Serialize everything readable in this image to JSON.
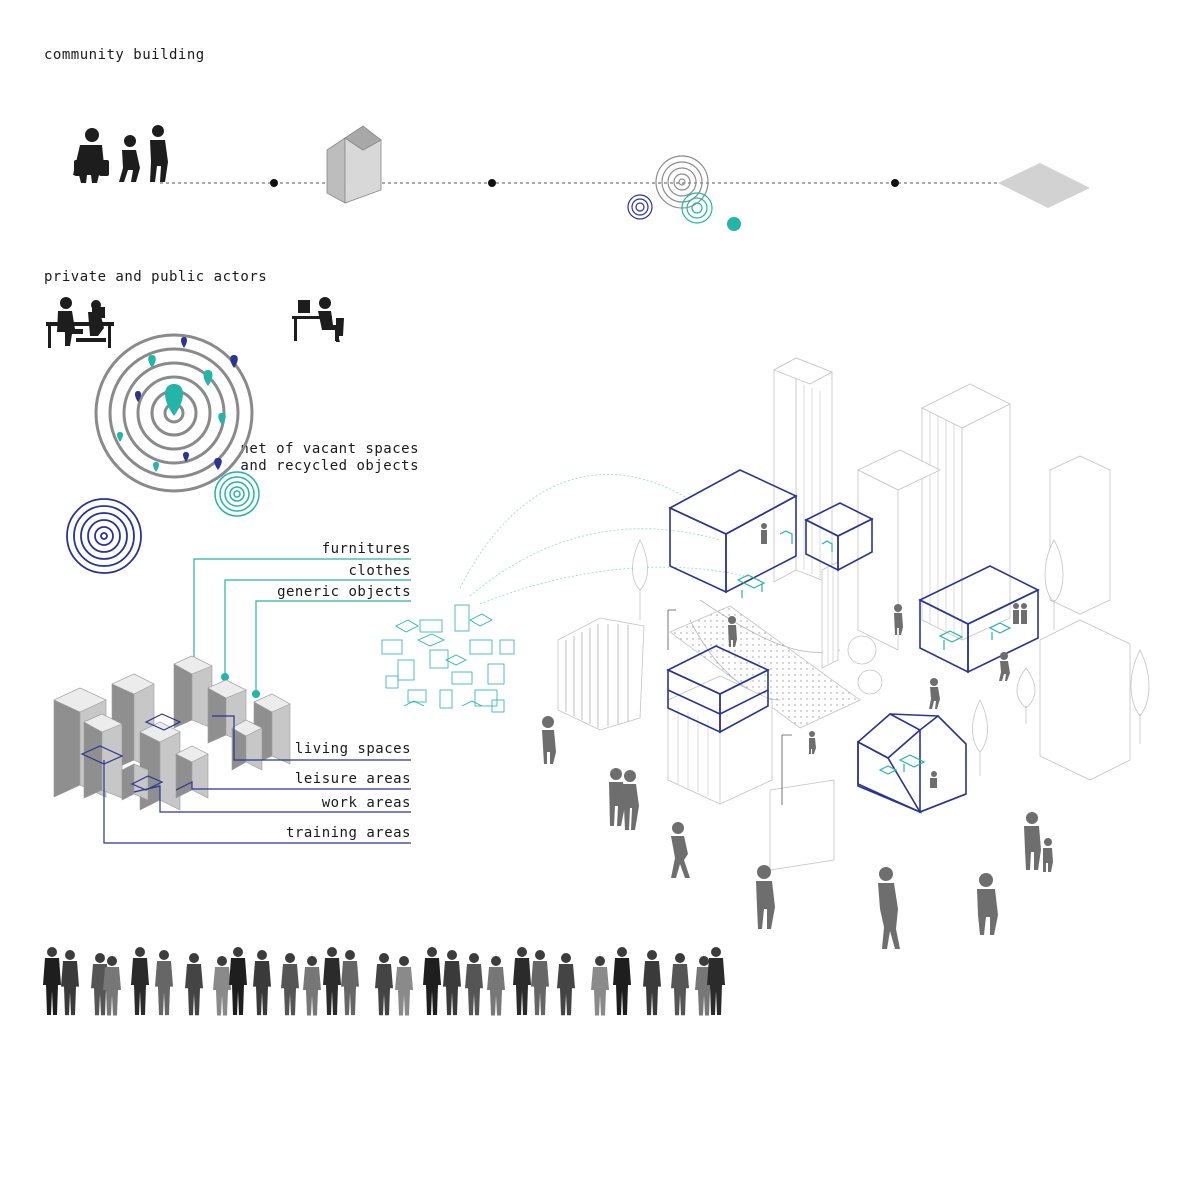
{
  "sections": {
    "community_title": "community building",
    "actors_title": "private and public actors"
  },
  "net_label": {
    "line1": "net of vacant spaces",
    "line2": "and recycled objects"
  },
  "object_categories": [
    "furnitures",
    "clothes",
    "generic objects"
  ],
  "space_categories": [
    "living spaces",
    "leisure areas",
    "work areas",
    "training areas"
  ],
  "colors": {
    "navy": "#2a3590",
    "teal": "#23b5a8",
    "grey_dark": "#6e6e6e",
    "grey_light": "#cfcfcf",
    "text": "#1a1a1a"
  }
}
